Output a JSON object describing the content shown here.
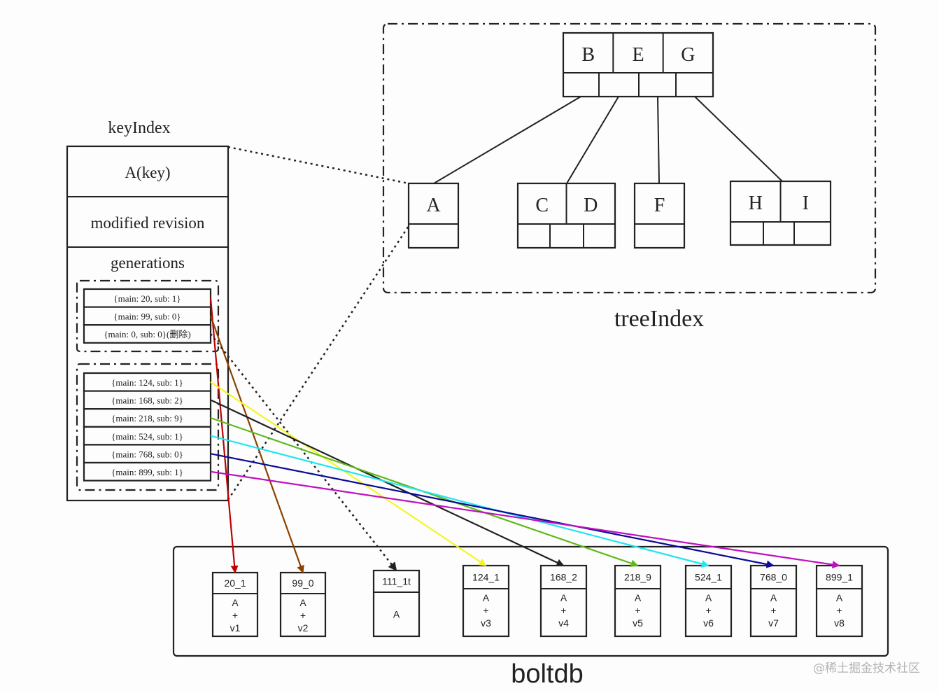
{
  "keyIndex": {
    "title": "keyIndex",
    "key_label": "A(key)",
    "modified_label": "modified revision",
    "generations_label": "generations",
    "generations": [
      {
        "revisions": [
          "{main: 20, sub: 1}",
          "{main: 99, sub: 0}",
          "{main: 0, sub: 0}(删除)"
        ]
      },
      {
        "revisions": [
          "{main: 124, sub: 1}",
          "{main: 168, sub: 2}",
          "{main: 218, sub: 9}",
          "{main: 524, sub: 1}",
          "{main: 768, sub: 0}",
          "{main: 899, sub: 1}"
        ]
      }
    ]
  },
  "treeIndex": {
    "title": "treeIndex",
    "root": {
      "keys": [
        "B",
        "E",
        "G"
      ],
      "pointer_slots": 4
    },
    "children": [
      {
        "keys": [
          "A"
        ],
        "pointer_slots": 1
      },
      {
        "keys": [
          "C",
          "D"
        ],
        "pointer_slots": 3
      },
      {
        "keys": [
          "F"
        ],
        "pointer_slots": 1
      },
      {
        "keys": [
          "H",
          "I"
        ],
        "pointer_slots": 3
      }
    ]
  },
  "boltdb": {
    "title": "boltdb",
    "records": [
      {
        "rev": "20_1",
        "lines": [
          "A",
          "+",
          "v1"
        ]
      },
      {
        "rev": "99_0",
        "lines": [
          "A",
          "+",
          "v2"
        ]
      },
      {
        "rev": "111_1t",
        "lines": [
          "A"
        ]
      },
      {
        "rev": "124_1",
        "lines": [
          "A",
          "+",
          "v3"
        ]
      },
      {
        "rev": "168_2",
        "lines": [
          "A",
          "+",
          "v4"
        ]
      },
      {
        "rev": "218_9",
        "lines": [
          "A",
          "+",
          "v5"
        ]
      },
      {
        "rev": "524_1",
        "lines": [
          "A",
          "+",
          "v6"
        ]
      },
      {
        "rev": "768_0",
        "lines": [
          "A",
          "+",
          "v7"
        ]
      },
      {
        "rev": "899_1",
        "lines": [
          "A",
          "+",
          "v8"
        ]
      }
    ]
  },
  "arrows": [
    {
      "from": "{main: 20, sub: 1}",
      "to": "20_1",
      "color": "#c00000",
      "style": "solid"
    },
    {
      "from": "{main: 99, sub: 0}",
      "to": "99_0",
      "color": "#8b4000",
      "style": "solid"
    },
    {
      "from": "{main: 0, sub: 0}(删除)",
      "to": "111_1t",
      "color": "#222222",
      "style": "dotted"
    },
    {
      "from": "{main: 124, sub: 1}",
      "to": "124_1",
      "color": "#f5f522",
      "style": "solid"
    },
    {
      "from": "{main: 168, sub: 2}",
      "to": "168_2",
      "color": "#222222",
      "style": "solid"
    },
    {
      "from": "{main: 218, sub: 9}",
      "to": "218_9",
      "color": "#5fb91c",
      "style": "solid"
    },
    {
      "from": "{main: 524, sub: 1}",
      "to": "524_1",
      "color": "#22e6f0",
      "style": "solid"
    },
    {
      "from": "{main: 768, sub: 0}",
      "to": "768_0",
      "color": "#0a0a96",
      "style": "solid"
    },
    {
      "from": "{main: 899, sub: 1}",
      "to": "899_1",
      "color": "#bf0fbf",
      "style": "solid"
    }
  ],
  "watermark": "@稀土掘金技术社区"
}
